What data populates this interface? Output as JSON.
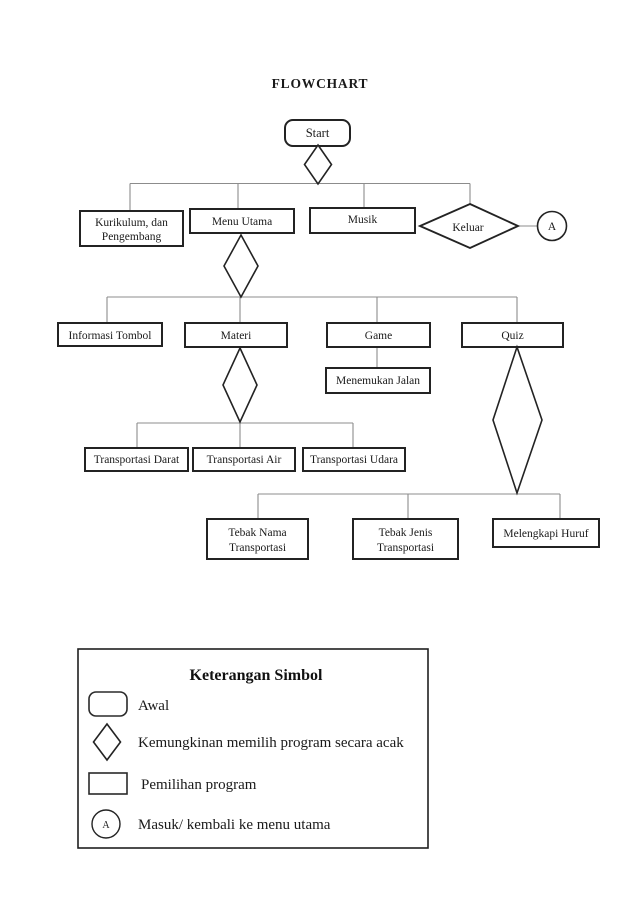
{
  "title": "FLOWCHART",
  "flowchart": {
    "nodes": {
      "start": "Start",
      "kurikulum": [
        "Kurikulum, dan",
        "Pengembang"
      ],
      "menu_utama": "Menu Utama",
      "musik": "Musik",
      "keluar": "Keluar",
      "connector_a": "A",
      "informasi_tombol": "Informasi Tombol",
      "materi": "Materi",
      "game": "Game",
      "quiz": "Quiz",
      "menemukan_jalan": "Menemukan Jalan",
      "transportasi_darat": "Transportasi Darat",
      "transportasi_air": "Transportasi Air",
      "transportasi_udara": "Transportasi Udara",
      "tebak_nama": [
        "Tebak Nama",
        "Transportasi"
      ],
      "tebak_jenis": [
        "Tebak Jenis",
        "Transportasi"
      ],
      "melengkapi_huruf": "Melengkapi Huruf"
    }
  },
  "legend": {
    "title": "Keterangan Simbol",
    "items": [
      {
        "symbol": "rounded-rectangle",
        "label": "Awal"
      },
      {
        "symbol": "diamond",
        "label": "Kemungkinan memilih program secara acak"
      },
      {
        "symbol": "rectangle",
        "label": "Pemilihan program"
      },
      {
        "symbol": "circle",
        "symbol_text": "A",
        "label": "Masuk/ kembali ke menu utama"
      }
    ]
  },
  "colors": {
    "shape_border": "#232323",
    "connector": "#8c8c8c",
    "text": "#1a1a1a",
    "background": "#ffffff"
  }
}
